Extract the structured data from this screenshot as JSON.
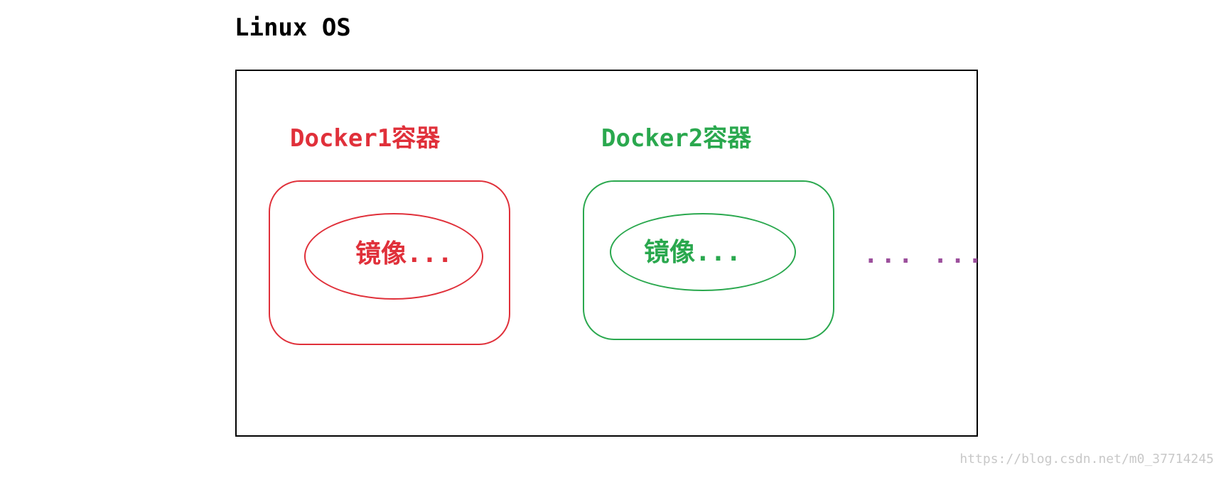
{
  "os": {
    "title": "Linux OS"
  },
  "containers": [
    {
      "label": "Docker1容器",
      "image_label": "镜像...",
      "color": "#e0303a"
    },
    {
      "label": "Docker2容器",
      "image_label": "镜像...",
      "color": "#2aa84e"
    }
  ],
  "more": {
    "text": "... ...",
    "color": "#9c4f9c"
  },
  "watermark": {
    "text": "https://blog.csdn.net/m0_37714245"
  }
}
